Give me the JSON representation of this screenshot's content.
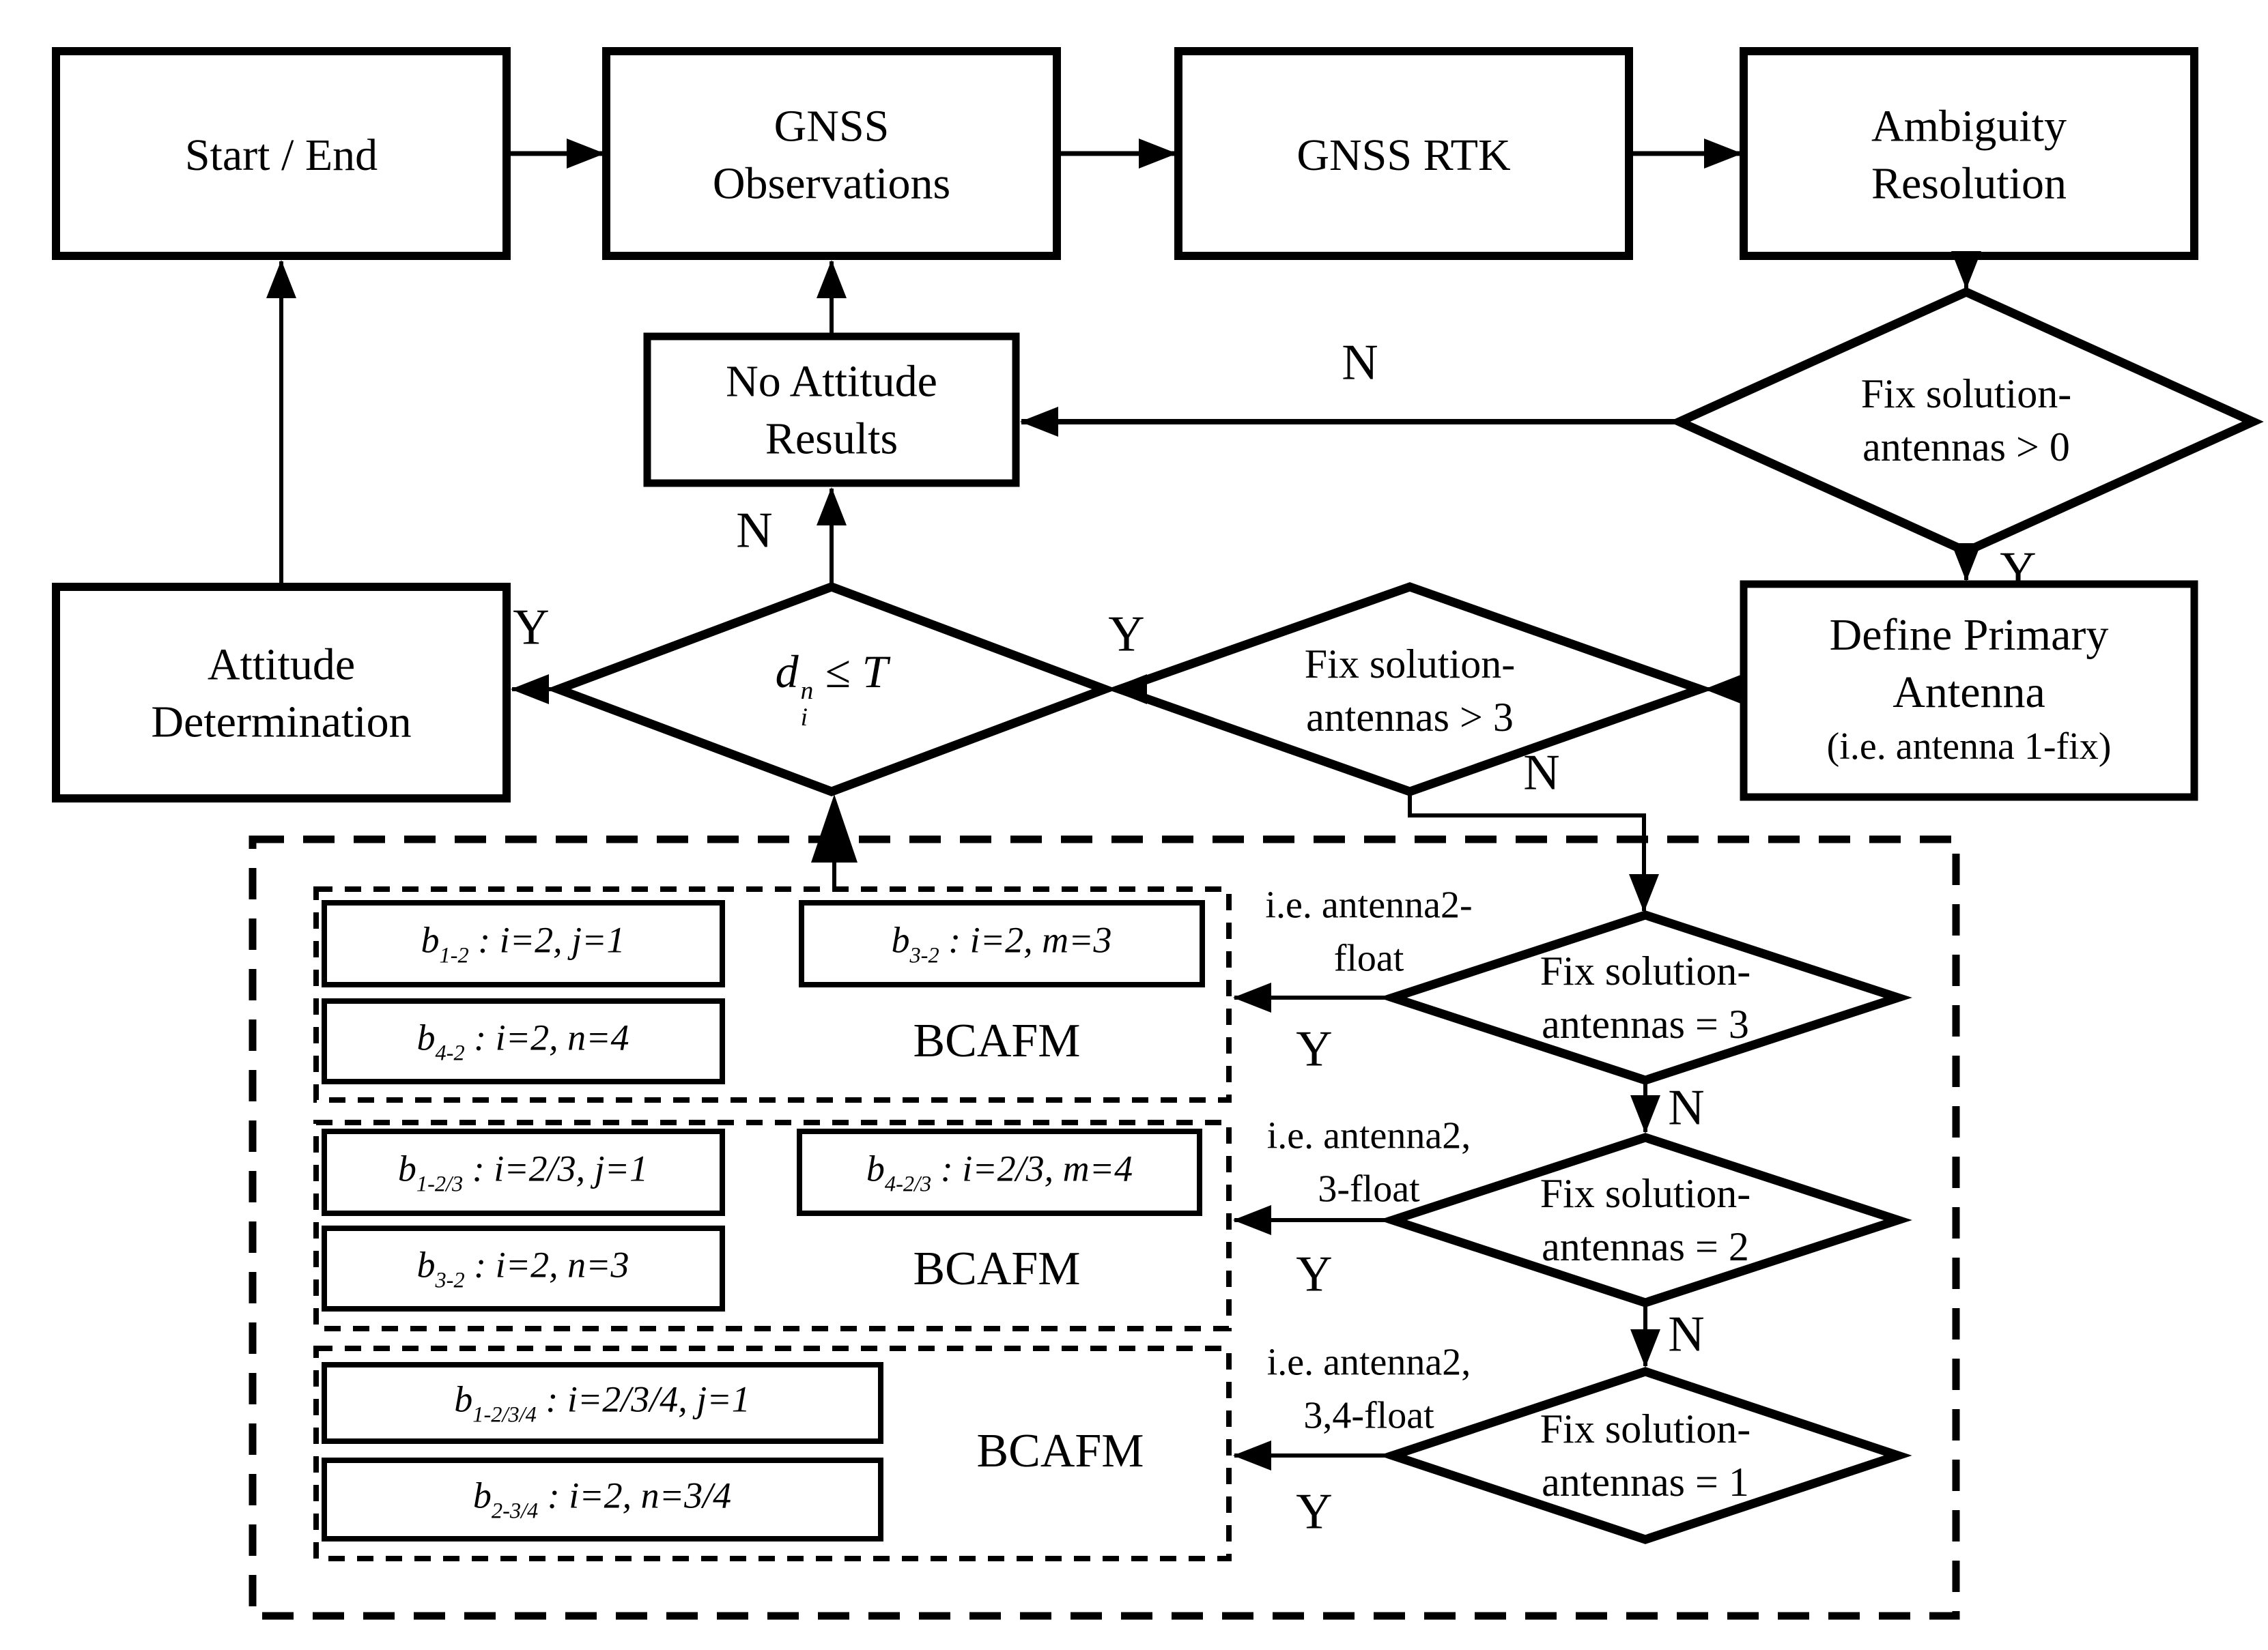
{
  "nodes": {
    "start_end": "Start / End",
    "gnss_observations": "GNSS\nObservations",
    "gnss_rtk": "GNSS RTK",
    "ambiguity_resolution": "Ambiguity\nResolution",
    "no_attitude_results": "No Attitude\nResults",
    "attitude_determination": "Attitude\nDetermination",
    "define_primary_main": "Define Primary\nAntenna",
    "define_primary_sub": "(i.e. antenna 1-fix)"
  },
  "decisions": {
    "fix_gt0": "Fix solution-\nantennas > 0",
    "fix_gt3": "Fix solution-\nantennas > 3",
    "fix_eq3": "Fix solution-\nantennas = 3",
    "fix_eq2": "Fix solution-\nantennas = 2",
    "fix_eq1": "Fix solution-\nantennas = 1",
    "d_threshold": {
      "base": "d",
      "sup": "n",
      "sub": "i",
      "rest": " ≤ T"
    }
  },
  "branches": {
    "yes": "Y",
    "no": "N"
  },
  "annotations": {
    "eq3": "i.e. antenna2-\nfloat",
    "eq2": "i.e. antenna2,\n3-float",
    "eq1": "i.e. antenna2,\n3,4-float"
  },
  "bcafm_label": "BCAFM",
  "formulas": {
    "b12": {
      "base": "b",
      "sub": "1-2",
      "rest": " : i=2, j=1"
    },
    "b32": {
      "base": "b",
      "sub": "3-2",
      "rest": " : i=2, m=3"
    },
    "b42": {
      "base": "b",
      "sub": "4-2",
      "rest": " : i=2, n=4"
    },
    "b123": {
      "base": "b",
      "sub": "1-2/3",
      "rest": " : i=2/3, j=1"
    },
    "b423": {
      "base": "b",
      "sub": "4-2/3",
      "rest": " : i=2/3, m=4"
    },
    "b32n3": {
      "base": "b",
      "sub": "3-2",
      "rest": " : i=2, n=3"
    },
    "b1234": {
      "base": "b",
      "sub": "1-2/3/4",
      "rest": " : i=2/3/4, j=1"
    },
    "b234": {
      "base": "b",
      "sub": "2-3/4",
      "rest": " : i=2, n=3/4"
    }
  },
  "colors": {
    "stroke": "#000000",
    "background": "#ffffff"
  }
}
